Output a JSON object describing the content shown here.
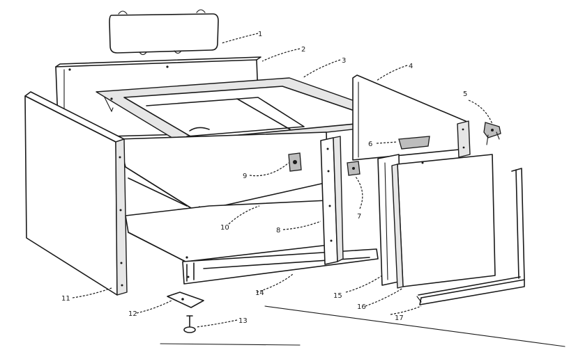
{
  "callouts": [
    {
      "id": "1",
      "label": "1"
    },
    {
      "id": "2",
      "label": "2"
    },
    {
      "id": "3",
      "label": "3"
    },
    {
      "id": "4",
      "label": "4"
    },
    {
      "id": "5",
      "label": "5"
    },
    {
      "id": "6",
      "label": "6"
    },
    {
      "id": "7",
      "label": "7"
    },
    {
      "id": "8",
      "label": "8"
    },
    {
      "id": "9",
      "label": "9"
    },
    {
      "id": "10",
      "label": "10"
    },
    {
      "id": "11",
      "label": "11"
    },
    {
      "id": "12",
      "label": "12"
    },
    {
      "id": "13",
      "label": "13"
    },
    {
      "id": "14",
      "label": "14"
    },
    {
      "id": "15",
      "label": "15"
    },
    {
      "id": "16",
      "label": "16"
    },
    {
      "id": "17",
      "label": "17"
    }
  ],
  "colors": {
    "ink": "#1a1a1a",
    "paper": "#ffffff"
  }
}
